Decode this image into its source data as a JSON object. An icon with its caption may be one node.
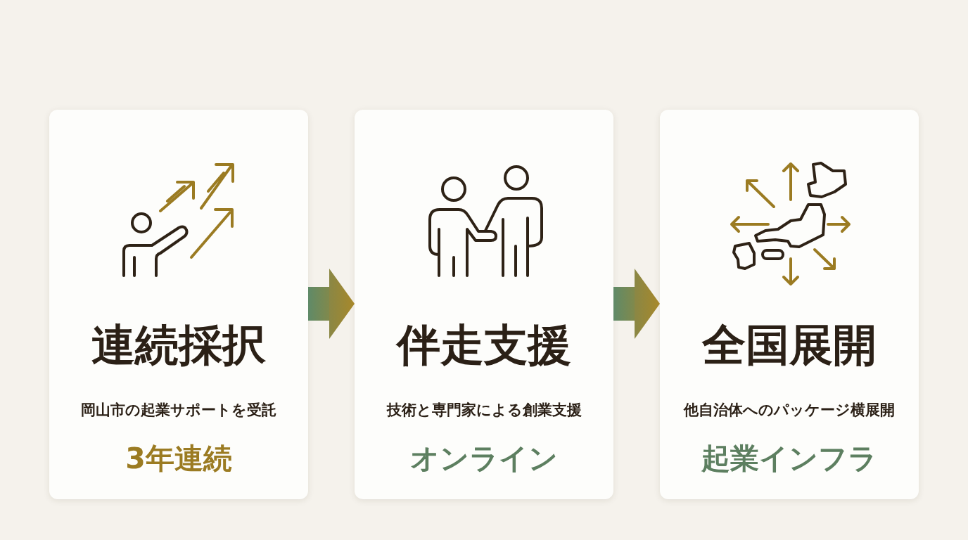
{
  "diagram": {
    "nodes": [
      {
        "text": [
          "連続採択",
          "岡山市の起業サポートを受託",
          "3年連続"
        ]
      },
      {
        "text": [
          "伴走支援",
          "技術と専門家による創業支援",
          "オンライン"
        ]
      },
      {
        "text": [
          "全国展開",
          "他自治体へのパッケージ横展開",
          "起業インフラ"
        ]
      }
    ],
    "edges": [
      {
        "from": 0,
        "to": 1,
        "arrow": "to"
      },
      {
        "from": 1,
        "to": 2,
        "arrow": "to"
      }
    ]
  }
}
